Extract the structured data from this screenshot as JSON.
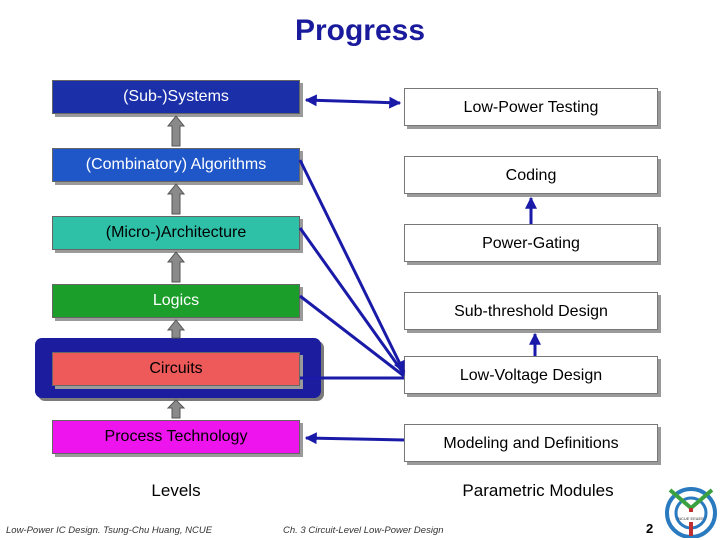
{
  "title": "Progress",
  "levels": {
    "label": "Levels",
    "items": [
      {
        "label": "(Sub-)Systems",
        "bg": "#1a2fa8",
        "color": "#ffffff"
      },
      {
        "label": "(Combinatory) Algorithms",
        "bg": "#1f56c8",
        "color": "#ffffff"
      },
      {
        "label": "(Micro-)Architecture",
        "bg": "#2fc0a8",
        "color": "#000000"
      },
      {
        "label": "Logics",
        "bg": "#1c9e2a",
        "color": "#ffffff"
      },
      {
        "label": "Circuits",
        "bg": "#ee5a5a",
        "color": "#000000"
      },
      {
        "label": "Process Technology",
        "bg": "#ee14ee",
        "color": "#000000"
      }
    ]
  },
  "modules": {
    "label": "Parametric Modules",
    "items": [
      {
        "label": "Low-Power Testing"
      },
      {
        "label": "Coding"
      },
      {
        "label": "Power-Gating"
      },
      {
        "label": "Sub-threshold Design"
      },
      {
        "label": "Low-Voltage Design"
      },
      {
        "label": "Modeling and Definitions"
      }
    ]
  },
  "highlight_color": "#1c1c9e",
  "arrow_color": "#1a1aa8",
  "footer": {
    "left": "Low-Power IC Design. Tsung-Chu Huang, NCUE",
    "center": "Ch. 3 Circuit-Level Low-Power Design",
    "page": "2"
  },
  "logo": {
    "text": "NCUE EE&EE"
  }
}
